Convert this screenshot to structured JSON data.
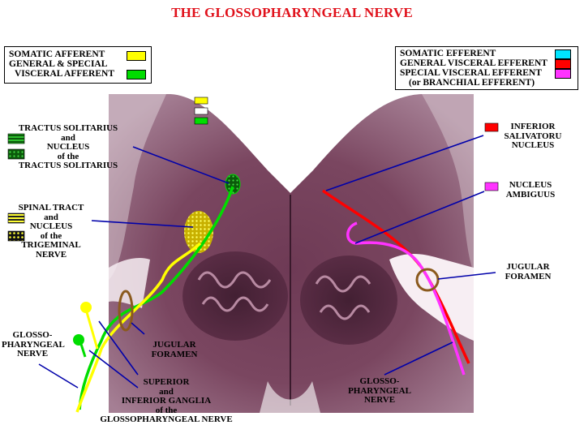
{
  "title": "THE GLOSSOPHARYNGEAL NERVE",
  "legend_left": {
    "items": [
      {
        "text": "SOMATIC AFFERENT",
        "color": "#ffff00"
      },
      {
        "text": "GENERAL & SPECIAL",
        "color": null
      },
      {
        "text": "VISCERAL AFFERENT",
        "color": "#00dd00"
      }
    ]
  },
  "legend_right": {
    "items": [
      {
        "text": "SOMATIC EFFERENT",
        "color": "#00e5ff"
      },
      {
        "text": "GENERAL VISCERAL EFFERENT",
        "color": "#ff0000"
      },
      {
        "text": "SPECIAL VISCERAL EFFERENT",
        "color": "#ff33ff"
      },
      {
        "text": "(or BRANCHIAL EFFERENT)",
        "color": null
      }
    ]
  },
  "labels": {
    "tractus_solitarius": {
      "line1": "TRACTUS SOLITARIUS",
      "line2": "and",
      "line3": "NUCLEUS",
      "line4": "of the",
      "line5": "TRACTUS SOLITARIUS"
    },
    "spinal_tract": {
      "line1": "SPINAL TRACT",
      "line2": "and",
      "line3": "NUCLEUS",
      "line4": "of the",
      "line5": "TRIGEMINAL",
      "line6": "NERVE"
    },
    "glosso_left": {
      "line1": "GLOSSO-",
      "line2": "PHARYNGEAL",
      "line3": "NERVE"
    },
    "jugular_left": {
      "line1": "JUGULAR",
      "line2": "FORAMEN"
    },
    "ganglia": {
      "line1": "SUPERIOR",
      "line2": "and",
      "line3": "INFERIOR GANGLIA",
      "line4": "of the",
      "line5": "GLOSSOPHARYNGEAL NERVE"
    },
    "inferior_salivatory": {
      "line1": "INFERIOR",
      "line2": "SALIVATORU",
      "line3": "NUCLEUS"
    },
    "nucleus_ambiguus": {
      "line1": "NUCLEUS",
      "line2": "AMBIGUUS"
    },
    "jugular_right": {
      "line1": "JUGULAR",
      "line2": "FORAMEN"
    },
    "glosso_right": {
      "line1": "GLOSSO-",
      "line2": "PHARYNGEAL",
      "line3": "NERVE"
    }
  },
  "colors": {
    "title": "#e0101a",
    "somatic_afferent": "#ffff00",
    "visceral_afferent": "#00dd00",
    "somatic_efferent": "#00e5ff",
    "general_visceral_efferent": "#ff0000",
    "special_visceral_efferent": "#ff33ff",
    "pointer_line": "#0000aa",
    "foramen_ring": "#8b5a1e"
  }
}
